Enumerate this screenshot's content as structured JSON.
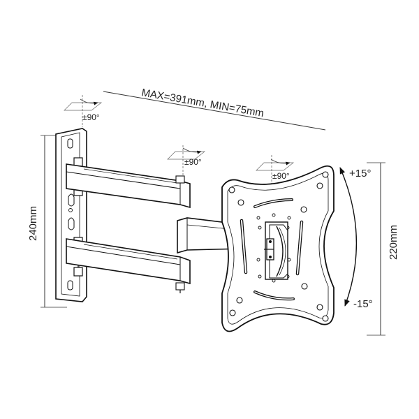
{
  "diagram": {
    "reach_label": "MAX=391mm, MIN=75mm",
    "swivel_labels": [
      "±90°",
      "±90°",
      "±90°"
    ],
    "tilt_up_label": "+15°",
    "tilt_down_label": "-15°",
    "wall_plate_height_label": "240mm",
    "vesa_plate_height_label": "220mm",
    "colors": {
      "line": "#111111",
      "text": "#222222",
      "background": "#ffffff"
    }
  }
}
